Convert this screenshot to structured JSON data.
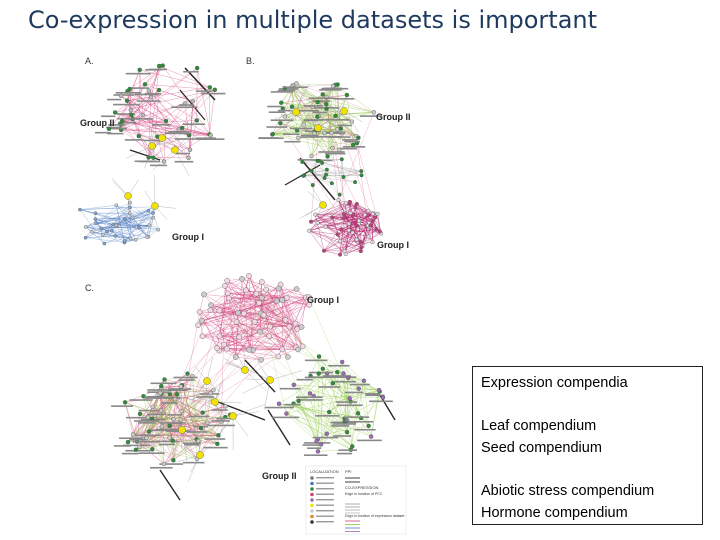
{
  "slide": {
    "title": "Co-expression in multiple datasets is important"
  },
  "panels": [
    {
      "letter": "A.",
      "groups": [
        "Group II",
        "Group I"
      ]
    },
    {
      "letter": "B.",
      "groups": [
        "Group II",
        "Group I"
      ]
    },
    {
      "letter": "C.",
      "groups": [
        "Group I",
        "Group II"
      ]
    }
  ],
  "key_legend": {
    "localization_heading": "LOCALIZATION",
    "ppi_heading": "PPI",
    "coexpression_heading": "CO-EXPRESSION",
    "edge_pcc": "Edge in function of PCC",
    "edge_dataset": "Edge in function of expression dataset"
  },
  "compendia_box": {
    "header": "Expression compendia",
    "items": [
      "Leaf compendium",
      "Seed compendium",
      "Abiotic stress compendium",
      "Hormone compendium"
    ]
  },
  "colors": {
    "title": "#1f3a5f",
    "node_yellow": "#f2e200",
    "node_green": "#2e8b3a",
    "edge_pink": "#d1407a",
    "edge_green": "#8cc63f",
    "edge_blue": "#4a78c0",
    "edge_black": "#111111",
    "edge_grey": "#9a9a9a"
  }
}
